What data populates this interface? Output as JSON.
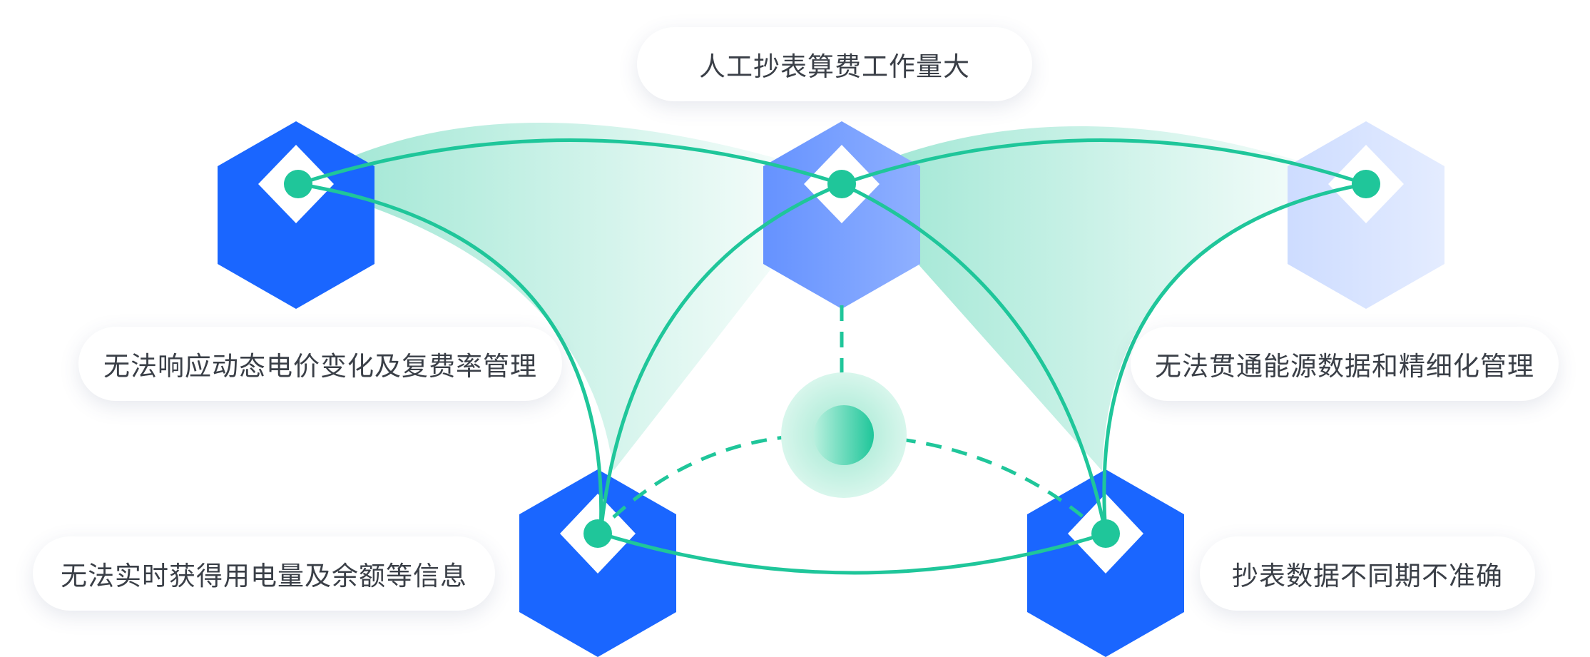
{
  "labels": {
    "top": "人工抄表算费工作量大",
    "left": "无法响应动态电价变化及复费率管理",
    "right": "无法贯通能源数据和精细化管理",
    "bottom_left": "无法实时获得用电量及余额等信息",
    "bottom_right": "抄表数据不同期不准确"
  },
  "colors": {
    "primary_blue": "#1a66ff",
    "mid_blue": "#6f9bff",
    "light_blue": "#d4e1ff",
    "accent_green": "#1fc69a",
    "text": "#3a3f47"
  },
  "nodes": [
    {
      "id": "hex-top-left",
      "icon": "hexagon-cube-icon",
      "tone": "primary_blue"
    },
    {
      "id": "hex-top-center",
      "icon": "hexagon-cube-icon",
      "tone": "mid_blue"
    },
    {
      "id": "hex-top-right",
      "icon": "hexagon-cube-icon",
      "tone": "light_blue"
    },
    {
      "id": "hex-bottom-left",
      "icon": "hexagon-cube-icon",
      "tone": "primary_blue"
    },
    {
      "id": "hex-bottom-right",
      "icon": "hexagon-cube-icon",
      "tone": "primary_blue"
    },
    {
      "id": "center-hub",
      "icon": "hub-circle-icon",
      "tone": "accent_green"
    }
  ]
}
